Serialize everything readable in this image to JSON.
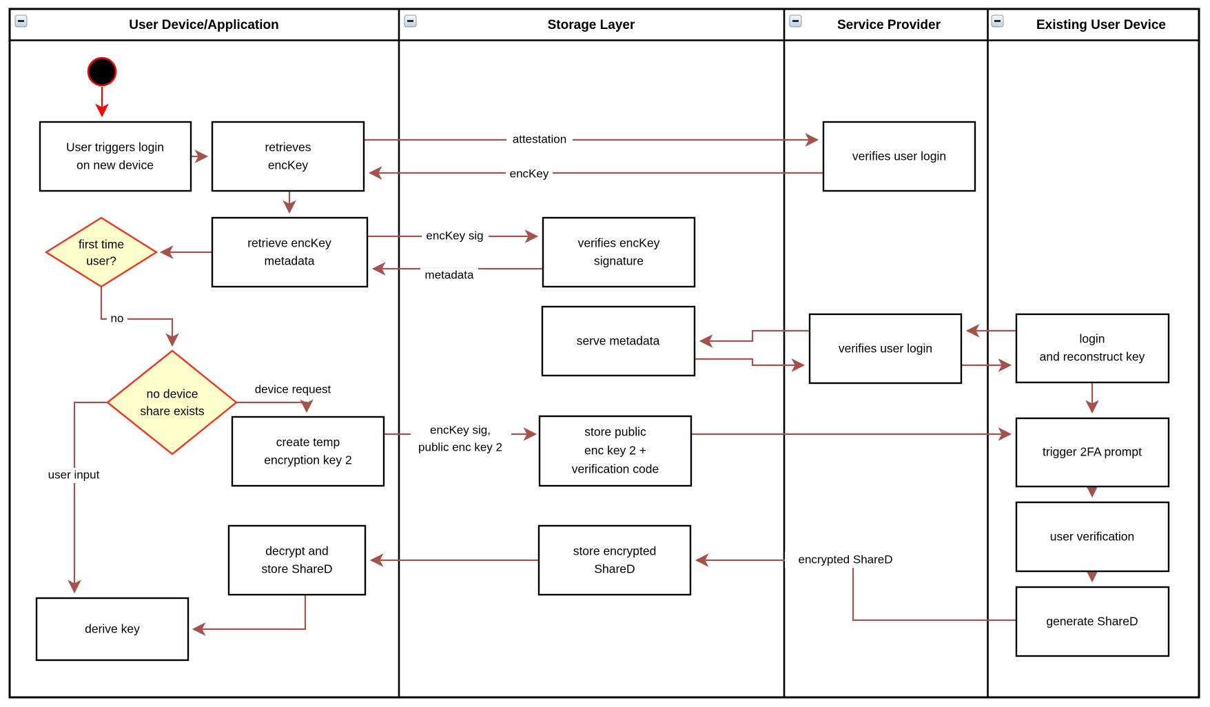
{
  "diagram": {
    "lanes": [
      {
        "title": "User Device/Application"
      },
      {
        "title": "Storage Layer"
      },
      {
        "title": "Service Provider"
      },
      {
        "title": "Existing User Device"
      }
    ],
    "nodes": {
      "start": {
        "kind": "initial-node"
      },
      "user_triggers": {
        "lines": [
          "User triggers login",
          "on new device"
        ]
      },
      "retrieves_enckey": {
        "lines": [
          "retrieves",
          "encKey"
        ]
      },
      "retrieve_metadata": {
        "lines": [
          "retrieve encKey",
          "metadata"
        ]
      },
      "first_time": {
        "lines": [
          "first time",
          "user?"
        ]
      },
      "no_device": {
        "lines": [
          "no device",
          "share exists"
        ]
      },
      "create_temp": {
        "lines": [
          "create temp",
          "encryption key 2"
        ]
      },
      "decrypt_store": {
        "lines": [
          "decrypt and",
          "store ShareD"
        ]
      },
      "derive_key": {
        "lines": [
          "derive key"
        ]
      },
      "verifies_sig": {
        "lines": [
          "verifies encKey",
          "signature"
        ]
      },
      "serve_metadata": {
        "lines": [
          "serve metadata"
        ]
      },
      "store_public": {
        "lines": [
          "store public",
          "enc key 2 +",
          "verification code"
        ]
      },
      "store_encrypted": {
        "lines": [
          "store encrypted",
          "ShareD"
        ]
      },
      "verifies_login_top": {
        "lines": [
          "verifies user login"
        ]
      },
      "verifies_login_mid": {
        "lines": [
          "verifies user login"
        ]
      },
      "login_reconstruct": {
        "lines": [
          "login",
          "and reconstruct key"
        ]
      },
      "trigger_2fa": {
        "lines": [
          "trigger 2FA prompt"
        ]
      },
      "user_verification": {
        "lines": [
          "user verification"
        ]
      },
      "generate_shared": {
        "lines": [
          "generate ShareD"
        ]
      }
    },
    "edge_labels": {
      "attestation": "attestation",
      "enckey": "encKey",
      "enckey_sig": "encKey sig",
      "metadata": "metadata",
      "no": "no",
      "device_request": "device request",
      "enckey_sig_public_1": "encKey sig,",
      "enckey_sig_public_2": "public enc key 2",
      "user_input": "user input",
      "encrypted_shared": "encrypted ShareD"
    },
    "colors": {
      "connector": "#a5524c",
      "start_accent": "#fb0300",
      "decision_border": "#ee3322",
      "decision_fill": "#ffffcb",
      "node_border": "#000000",
      "lane_border": "#000000"
    }
  }
}
